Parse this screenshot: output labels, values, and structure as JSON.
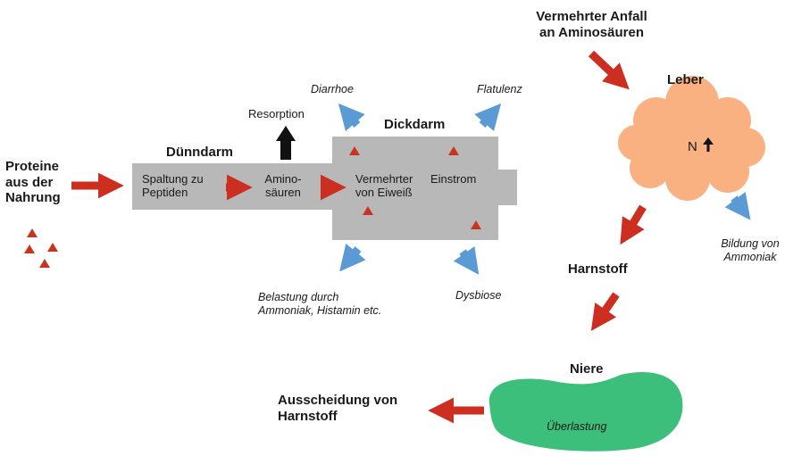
{
  "labels": {
    "proteine_line1": "Proteine",
    "proteine_line2": "aus der",
    "proteine_line3": "Nahrung",
    "duenndarm": "Dünndarm",
    "dickdarm": "Dickdarm",
    "resorption": "Resorption",
    "spaltung_line1": "Spaltung zu",
    "spaltung_line2": "Peptiden",
    "amino_line1": "Amino-",
    "amino_line2": "säuren",
    "vermehrter_line1": "Vermehrter",
    "vermehrter_line2": "von Eiweiß",
    "einstrom": "Einstrom",
    "diarrhoe": "Diarrhoe",
    "flatulenz": "Flatulenz",
    "belastung_line1": "Belastung durch",
    "belastung_line2": "Ammoniak, Histamin etc.",
    "dysbiose": "Dysbiose",
    "anfall_line1": "Vermehrter Anfall",
    "anfall_line2": "an Aminosäuren",
    "leber": "Leber",
    "nitrogen": "N",
    "bildung_line1": "Bildung von",
    "bildung_line2": "Ammoniak",
    "harnstoff": "Harnstoff",
    "niere": "Niere",
    "ueberlastung": "Überlastung",
    "ausscheidung_line1": "Ausscheidung von",
    "ausscheidung_line2": "Harnstoff"
  },
  "colors": {
    "intestine": "#b8b8b8",
    "liver": "#f9b181",
    "kidney": "#3bbf7a",
    "red_arrow": "#cc2e1f",
    "blue_arrow": "#5b9bd5",
    "black_arrow": "#111111",
    "protein_triangle": "#c9341f"
  },
  "icons": {
    "protein_marker": "triangle",
    "flow_arrow": "arrow",
    "nitrogen_increase": "up-arrow"
  }
}
